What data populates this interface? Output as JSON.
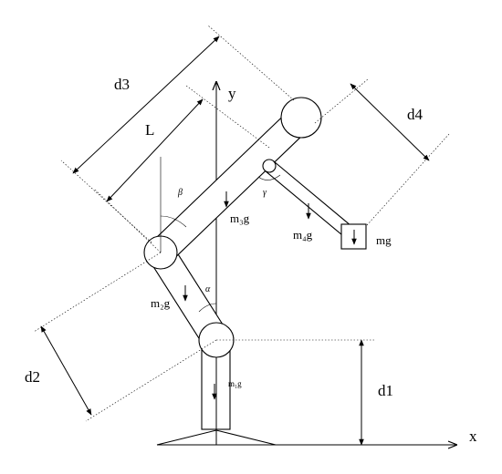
{
  "axes": {
    "x": "x",
    "y": "y"
  },
  "dimensions": {
    "d1": "d1",
    "d2": "d2",
    "d3": "d3",
    "d4": "d4",
    "L": "L"
  },
  "angles": {
    "alpha": "α",
    "beta": "β",
    "gamma": "γ"
  },
  "weights": {
    "base": "m₁g",
    "link2": "m₂g",
    "link3": "m₃g",
    "link4": "m₄g",
    "payload": "mg"
  }
}
